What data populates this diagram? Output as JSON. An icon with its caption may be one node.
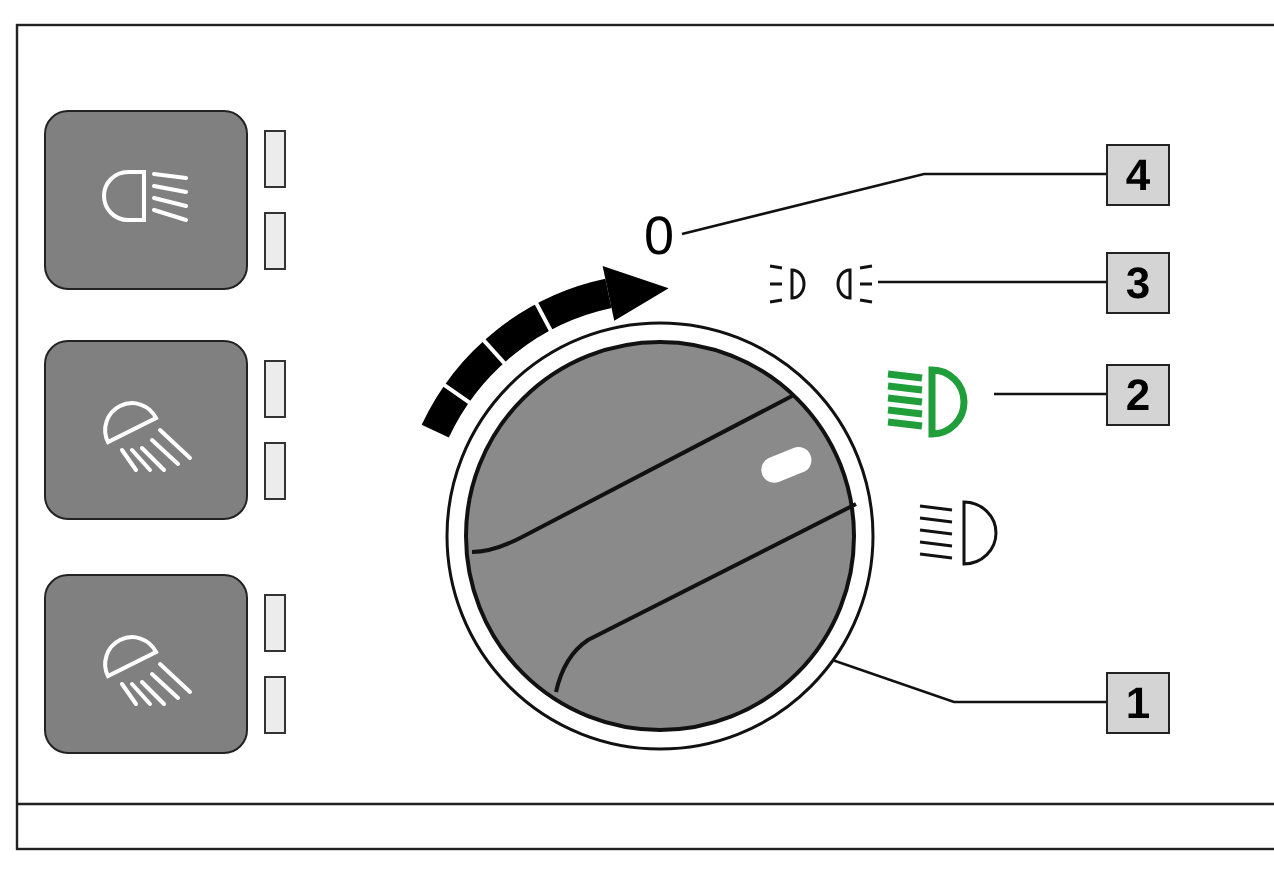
{
  "diagram": {
    "nodes": [
      {
        "text": [
          "4"
        ]
      },
      {
        "text": [
          "0"
        ]
      },
      {
        "text": [
          "3"
        ]
      },
      {
        "text": [],
        "shape": "icon"
      },
      {
        "text": [
          "2"
        ]
      },
      {
        "text": [],
        "shape": "icon"
      },
      {
        "text": [
          "1"
        ]
      },
      {
        "text": [],
        "shape": "circle"
      }
    ],
    "edges": [
      {
        "from": 0,
        "to": 1,
        "arrow": "none"
      },
      {
        "from": 2,
        "to": 3,
        "arrow": "none"
      },
      {
        "from": 4,
        "to": 5,
        "arrow": "none"
      },
      {
        "from": 6,
        "to": 7,
        "arrow": "none"
      }
    ]
  }
}
